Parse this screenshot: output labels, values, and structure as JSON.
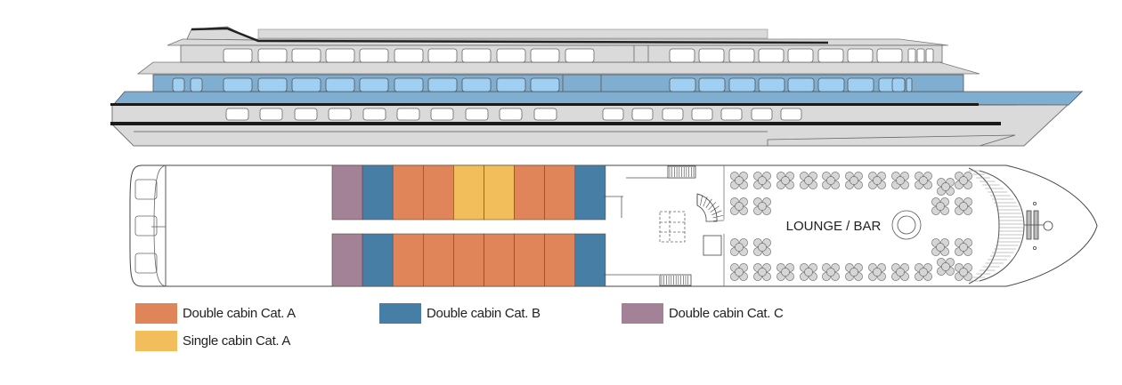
{
  "colors": {
    "double_a": "#e0855a",
    "double_b": "#467ea6",
    "double_c": "#a38196",
    "single_a": "#f2be5c",
    "hull_light": "#dadada",
    "deck_blue": "#80aed0",
    "window_blue": "#9fcff2",
    "stroke": "#555555",
    "seat": "#d6d6d6"
  },
  "profile": {
    "name": "ship-side-profile",
    "upper_deck_windows": 20,
    "middle_deck_windows": 22,
    "lower_deck_portholes": 17
  },
  "deck_plan": {
    "lounge_label": "LOUNGE / BAR",
    "cabins_top_row": [
      "double_c",
      "double_b",
      "double_a",
      "double_a",
      "single_a",
      "single_a",
      "double_a",
      "double_a",
      "double_b"
    ],
    "cabins_bottom_row": [
      "double_c",
      "double_b",
      "double_a",
      "double_a",
      "double_a",
      "double_a",
      "double_a",
      "double_a",
      "double_b"
    ]
  },
  "legend": [
    {
      "key": "double_a",
      "label": "Double cabin Cat. A"
    },
    {
      "key": "double_b",
      "label": "Double cabin Cat. B"
    },
    {
      "key": "double_c",
      "label": "Double cabin Cat. C"
    },
    {
      "key": "single_a",
      "label": "Single cabin Cat. A"
    }
  ]
}
